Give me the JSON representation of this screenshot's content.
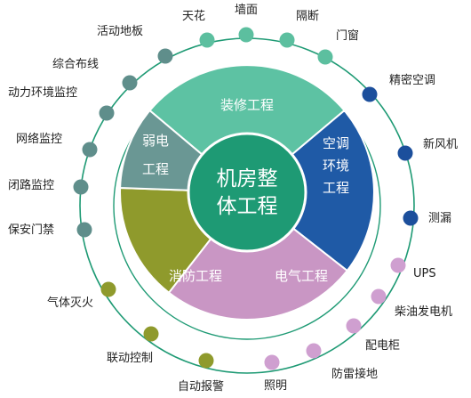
{
  "center": {
    "lines": [
      "机房整",
      "体工程"
    ],
    "color": "#1e9a74"
  },
  "segments": [
    {
      "id": "decoration",
      "lines": [
        "装修工程"
      ],
      "color": "#5dc2a3"
    },
    {
      "id": "hvac",
      "lines": [
        "空调",
        "环境",
        "工程"
      ],
      "color": "#1f5aa6"
    },
    {
      "id": "electrical",
      "lines": [
        "电气工程"
      ],
      "color": "#c996c4"
    },
    {
      "id": "fire",
      "lines": [
        "消防工程"
      ],
      "color": "#8f9a2c"
    },
    {
      "id": "weak-current",
      "lines": [
        "弱电",
        "工程"
      ],
      "color": "#6a9794"
    }
  ],
  "outer_items": [
    {
      "label": "天花",
      "group": "decoration"
    },
    {
      "label": "墙面",
      "group": "decoration"
    },
    {
      "label": "隔断",
      "group": "decoration"
    },
    {
      "label": "门窗",
      "group": "decoration"
    },
    {
      "label": "精密空调",
      "group": "hvac"
    },
    {
      "label": "新风机",
      "group": "hvac"
    },
    {
      "label": "测漏",
      "group": "hvac"
    },
    {
      "label": "UPS",
      "group": "electrical"
    },
    {
      "label": "柴油发电机",
      "group": "electrical"
    },
    {
      "label": "配电柜",
      "group": "electrical"
    },
    {
      "label": "防雷接地",
      "group": "electrical"
    },
    {
      "label": "照明",
      "group": "electrical"
    },
    {
      "label": "自动报警",
      "group": "fire"
    },
    {
      "label": "联动控制",
      "group": "fire"
    },
    {
      "label": "气体灭火",
      "group": "fire"
    },
    {
      "label": "保安门禁",
      "group": "weak-current"
    },
    {
      "label": "闭路监控",
      "group": "weak-current"
    },
    {
      "label": "网络监控",
      "group": "weak-current"
    },
    {
      "label": "动力环境监控",
      "group": "weak-current"
    },
    {
      "label": "综合布线",
      "group": "weak-current"
    },
    {
      "label": "活动地板",
      "group": "weak-current"
    }
  ],
  "group_colors": {
    "decoration": "#5cbf9f",
    "hvac": "#1c4f9c",
    "electrical": "#cf9fd0",
    "fire": "#8f9a2c",
    "weak-current": "#5f8e8b"
  },
  "ring_color": "#1e9a74"
}
